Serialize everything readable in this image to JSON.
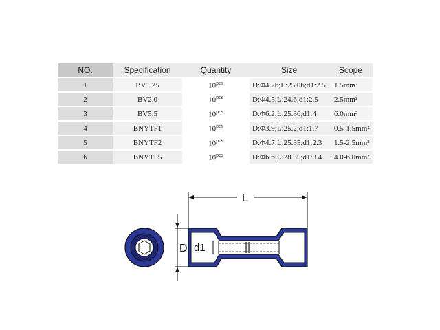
{
  "table": {
    "headers": [
      "NO.",
      "Specification",
      "Quantity",
      "Size",
      "Scope"
    ],
    "rows": [
      {
        "no": "1",
        "spec": "BV1.25",
        "qty_num": "10",
        "qty_unit": "pcs",
        "size": "D:Φ4.26;L:25.06;d1:2.5",
        "scope": "1.5mm²"
      },
      {
        "no": "2",
        "spec": "BV2.0",
        "qty_num": "10",
        "qty_unit": "pcs",
        "size": "D:Φ4.5;L:24.6;d1:2.5",
        "scope": "2.5mm²"
      },
      {
        "no": "3",
        "spec": "BV5.5",
        "qty_num": "10",
        "qty_unit": "pcs",
        "size": "D:Φ6.2;L:25.36;d1:4",
        "scope": "6.0mm²"
      },
      {
        "no": "4",
        "spec": "BNYTF1",
        "qty_num": "10",
        "qty_unit": "pcs",
        "size": "D:Φ3.9;L:25.2;d1:1.7",
        "scope": "0.5-1.5mm²"
      },
      {
        "no": "5",
        "spec": "BNYTF2",
        "qty_num": "10",
        "qty_unit": "pcs",
        "size": "D:Φ4.7;L:25.35;d1:2.3",
        "scope": "1.5-2.5mm²"
      },
      {
        "no": "6",
        "spec": "BNYTF5",
        "qty_num": "10",
        "qty_unit": "pcs",
        "size": "D:Φ6.6;L:28.35;d1:3.4",
        "scope": "4.0-6.0mm²"
      }
    ]
  },
  "drawing": {
    "label_length": "L",
    "label_outer": "D",
    "label_inner": "d1",
    "colors": {
      "insulation": "#2b3a9a",
      "outline": "#111111",
      "shade": "#1c2670"
    }
  }
}
